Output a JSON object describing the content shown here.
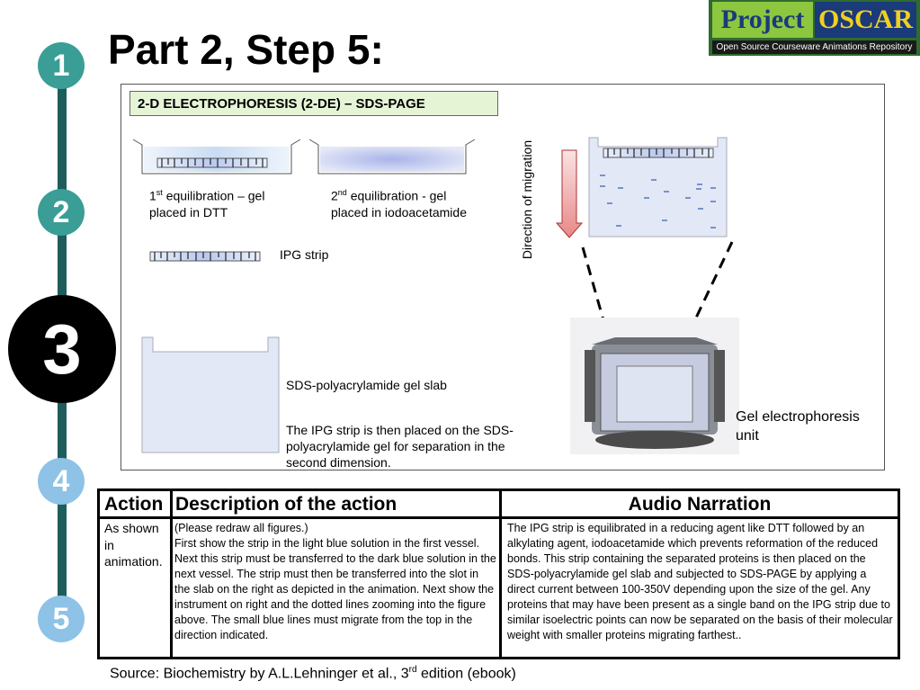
{
  "title": "Part 2, Step 5:",
  "logo": {
    "left": "Project",
    "right": "OSCAR",
    "subtitle": "Open Source Courseware Animations Repository"
  },
  "steps": [
    "1",
    "2",
    "3",
    "4",
    "5"
  ],
  "figure": {
    "heading": "2-D ELECTROPHORESIS (2-DE) – SDS-PAGE",
    "equil1": {
      "num": "1",
      "sup": "st",
      "text": " equilibration – gel placed in DTT"
    },
    "equil2": {
      "num": "2",
      "sup": "nd",
      "text": " equilibration - gel placed in iodoacetamide"
    },
    "ipg_label": "IPG strip",
    "slab_label": "SDS-polyacrylamide gel slab",
    "slab_desc": "The IPG strip is then placed on the SDS-polyacrylamide gel for separation in the second dimension.",
    "migration_label": "Direction of migration",
    "unit_label": "Gel electrophoresis unit"
  },
  "table": {
    "headers": [
      "Action",
      "Description of the action",
      "Audio Narration"
    ],
    "action": "As shown in animation.",
    "description": "(Please redraw all figures.)\nFirst show the strip in the light blue solution in the first vessel. Next this strip must be transferred to the dark blue solution in the next vessel. The strip must then be transferred into the slot in the slab on the right as depicted in the animation. Next show the instrument on right and the dotted lines zooming into the figure above. The small blue lines must migrate from the top in the direction indicated.",
    "narration": "The IPG strip is equilibrated in a reducing agent like DTT followed by an alkylating agent, iodoacetamide which prevents reformation of the reduced bonds. This strip containing the separated proteins is then placed on the SDS-polyacrylamide gel slab and subjected to SDS-PAGE by applying a direct current between 100-350V depending upon the size of the gel. Any proteins that may have been present as a single band on the IPG strip due to similar isoelectric points  can now be separated on the basis of their molecular weight with smaller proteins migrating farthest.."
  },
  "source": {
    "prefix": "Source: Biochemistry by A.L.Lehninger et al., 3",
    "sup": "rd",
    "suffix": " edition (ebook)"
  }
}
